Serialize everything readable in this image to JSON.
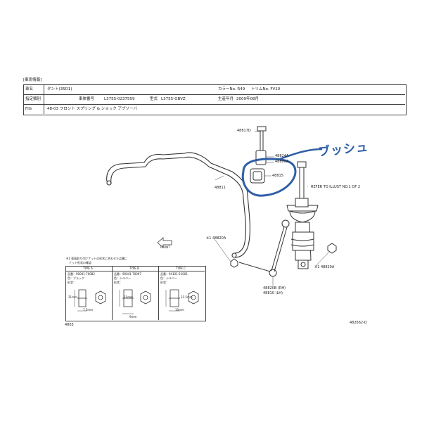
{
  "header": {
    "section_title": "[車両情報]",
    "row1": {
      "model_label": "車名",
      "model_value": "タント(35D1)",
      "color_label": "カラーNo. R49",
      "trim_label": "トリムNo. FV10"
    },
    "row2": {
      "designation_label": "指定類別",
      "chassis_label": "車体番号",
      "chassis_value": "L375S-0237559",
      "type_label": "型式",
      "type_value": "L375S-GBVZ",
      "production_label": "生産年月",
      "production_value": "2009年08月"
    },
    "row3": {
      "fig_label": "FIG",
      "fig_value": "48-03 フロント スプリング & ショック アブソーバ"
    }
  },
  "parts": {
    "p48817D": "48817D",
    "p48824A": "48824A",
    "p48800A": "48800A",
    "p48815": "48815",
    "p48811": "48811",
    "p48820A_left": "※1 48820A",
    "p48820A_right": "※1 48820A",
    "p48820B": "48820B (RH)",
    "p48810": "48810 (LH)",
    "refer": "REFER TO ILLUST NO.1 OF 2",
    "front": "FRONT"
  },
  "annotation": {
    "handwritten": "ブッシュ",
    "circle_color": "#2f5fa6"
  },
  "note": {
    "line1": "※1 車面取り付けナットの形状に合わせた品番に",
    "line2": "ナット形状の確認"
  },
  "nut_types": [
    {
      "title": "TYPE A",
      "part": "品番：90041-70082",
      "color": "色：ブラック",
      "shape": "形状：",
      "dim_h": "21mm",
      "dim_w": "7.5mm"
    },
    {
      "title": "TYPE B",
      "part": "品番：90041-70097",
      "color": "色：シルバー",
      "shape": "形状：",
      "dim_h": "21mm",
      "dim_w": "9mm"
    },
    {
      "title": "TYPE C",
      "part": "品番：94101-21001",
      "color": "色：シルバー",
      "shape": "形状：",
      "dim_h": "21.5mm",
      "dim_w": "10mm"
    }
  ],
  "footer": {
    "left_code": "4803",
    "right_code": "482662-D"
  }
}
